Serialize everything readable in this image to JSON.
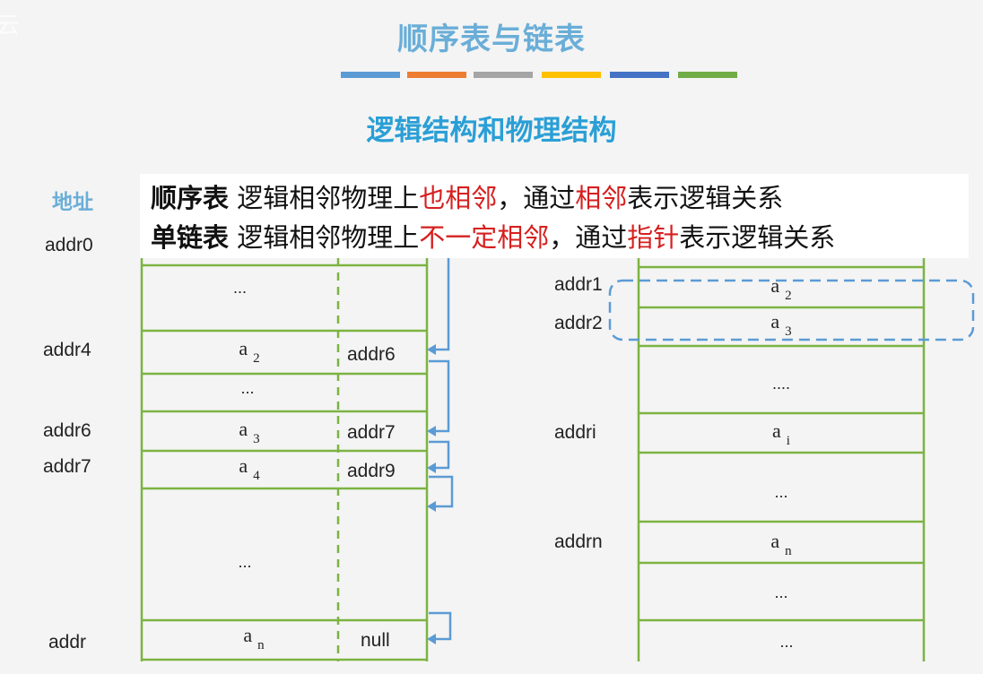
{
  "watermark": "云",
  "header": {
    "title": "顺序表与链表",
    "subtitle": "逻辑结构和物理结构",
    "stripe_colors": [
      "#5b9bd5",
      "#ed7d31",
      "#a5a5a5",
      "#ffc000",
      "#4472c4",
      "#70ad47"
    ]
  },
  "address_header": "地址",
  "overlay": {
    "line1": {
      "term": "顺序表",
      "text_a": " 逻辑相邻物理上",
      "highlight_a": "也相邻",
      "text_b": "，通过",
      "highlight_b": "相邻",
      "text_c": "表示逻辑关系"
    },
    "line2": {
      "term": "单链表",
      "text_a": " 逻辑相邻物理上",
      "highlight_a": "不一定相邻",
      "text_b": "，通过",
      "highlight_b": "指针",
      "text_c": "表示逻辑关系"
    }
  },
  "left_table": {
    "addresses": [
      "addr0",
      "addr4",
      "addr6",
      "addr7",
      "addr"
    ],
    "rows": [
      {
        "data": "...",
        "pointer": ""
      },
      {
        "data": "a",
        "sub": "2",
        "pointer": "addr6"
      },
      {
        "data": "...",
        "pointer": ""
      },
      {
        "data": "a",
        "sub": "3",
        "pointer": "addr7"
      },
      {
        "data": "a",
        "sub": "4",
        "pointer": "addr9"
      },
      {
        "data": "...",
        "pointer": ""
      },
      {
        "data": "a",
        "sub": "n",
        "pointer": "null"
      }
    ]
  },
  "right_table": {
    "addresses": [
      "addr1",
      "addr2",
      "addri",
      "addrn"
    ],
    "rows": [
      {
        "data": "a",
        "sub": "2"
      },
      {
        "data": "a",
        "sub": "3"
      },
      {
        "data": "...."
      },
      {
        "data": "a",
        "sub": "i"
      },
      {
        "data": "..."
      },
      {
        "data": "a",
        "sub": "n"
      },
      {
        "data": "..."
      },
      {
        "data": "..."
      }
    ]
  },
  "colors": {
    "grid_line": "#7cb342",
    "arrow": "#5b9bd5",
    "highlight_box": "#5b9bd5"
  }
}
